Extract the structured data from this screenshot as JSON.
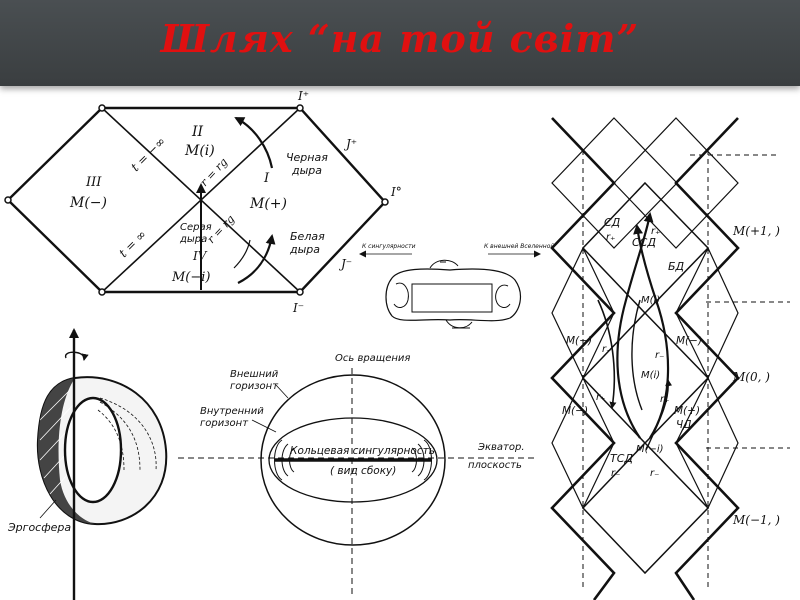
{
  "slide": {
    "title": "Шлях “на той світ”"
  },
  "penrose_diagram": {
    "region_I": "I",
    "region_II": "II",
    "region_III": "III",
    "region_IV": "IV",
    "label_M_i": "M(i)",
    "label_M_minus": "M(−)",
    "label_M_plus": "M(+)",
    "label_M_minus_i": "M(−i)",
    "r_rg_top": "r = rg",
    "r_rg_bottom": "r = rg",
    "t_inf_top": "t = −∞",
    "t_inf_bottom": "t = ∞",
    "black_hole": [
      "Черная",
      "дыра"
    ],
    "white_hole": [
      "Белая",
      "дыра"
    ],
    "grey_hole": [
      "Серая",
      "дыра"
    ],
    "I_plus": "I⁺",
    "I_minus": "I⁻",
    "I_zero": "I°",
    "J_plus": "J⁺",
    "J_minus": "J⁻"
  },
  "sketch": {
    "to_singularity": "К сингулярности",
    "to_universe": "К внешней Вселенной"
  },
  "ergosphere_sketch": {
    "label": "Эргосфера"
  },
  "kerr_section": {
    "rotation_axis": "Ось вращения",
    "outer_horizon": [
      "Внешний",
      "горизонт"
    ],
    "inner_horizon": [
      "Внутренний",
      "горизонт"
    ],
    "ring_singularity": "Кольцевая сингулярность",
    "side_view": "( вид сбоку)",
    "equator_plane": [
      "Экватор.",
      "плоскость"
    ]
  },
  "kerr_chain": {
    "labels": {
      "SD": "СД",
      "SSD": "ССД",
      "BD": "БД",
      "TSD": "ТСД",
      "CHD": "ЧД",
      "M_i": "M(i)",
      "M_i_mid": "M(i)",
      "M_minus_upper": "M(−)",
      "M_minus_upper_r": "M(−)",
      "M_minus_lower": "M(−)",
      "M_plus": "M(+)",
      "M_minus_i": "M(−i)",
      "r_plus_1": "r₊",
      "r_plus_2": "r₊",
      "r_plus_3": "r₊",
      "r_plus_4": "r₊",
      "r_minus_1": "r₋",
      "r_minus_2": "r₋",
      "r_minus_3": "r₋",
      "r_minus_4": "r₋"
    },
    "universe_labels": [
      "M(+1, )",
      "M(0, )",
      "M(−1, )"
    ]
  }
}
